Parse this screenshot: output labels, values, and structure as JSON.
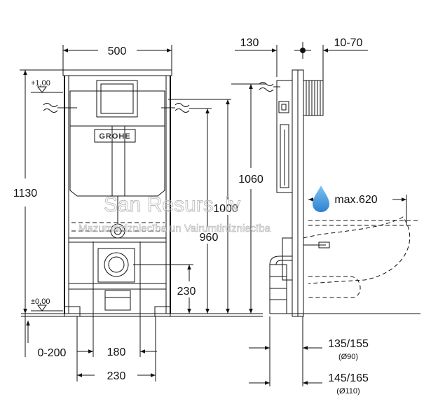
{
  "brand": "GROHE",
  "watermark": {
    "site": "San Resurs .lv",
    "tagline": "Mazumtirdzniecība un Vairumtirdzniecība"
  },
  "levels": {
    "top": "+1,00",
    "floor": "±0,00"
  },
  "dimensions": {
    "width_500": "500",
    "height_1130": "1130",
    "height_1060": "1060",
    "height_1000": "1000",
    "height_960": "960",
    "height_230": "230",
    "floor_0_200": "0-200",
    "spacing_180": "180",
    "spacing_230": "230",
    "depth_130": "130",
    "depth_10_70": "10-70",
    "max_620": "max.620",
    "outlet_135_155": "135/155",
    "outlet_d90": "(Ø90)",
    "outlet_145_165": "145/165",
    "outlet_d110": "(Ø110)"
  },
  "colors": {
    "line": "#111111",
    "watermark": "#b9b9b9",
    "water_drop": "#3a8fd8"
  }
}
